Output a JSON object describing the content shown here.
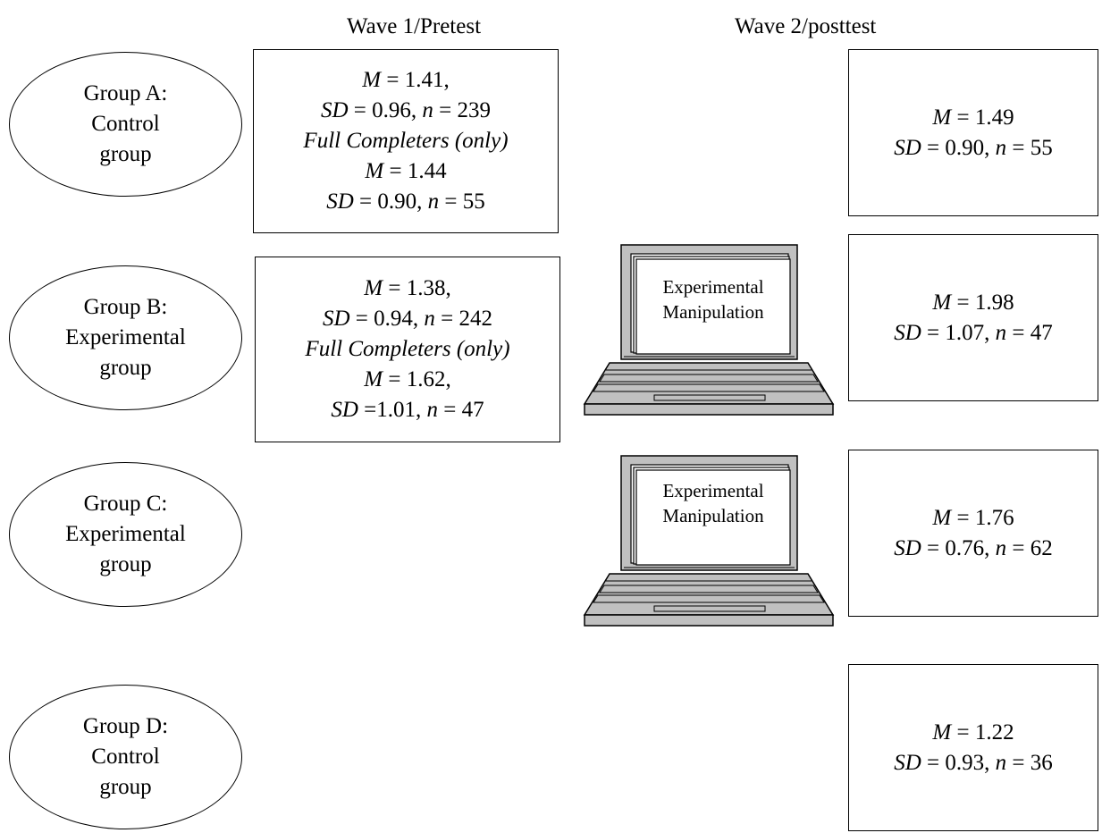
{
  "headers": {
    "wave1": "Wave 1/Pretest",
    "wave2": "Wave 2/posttest"
  },
  "groups": [
    {
      "line1": "Group A:",
      "line2": "Control",
      "line3": "group"
    },
    {
      "line1": "Group B:",
      "line2": "Experimental",
      "line3": "group"
    },
    {
      "line1": "Group C:",
      "line2": "Experimental",
      "line3": "group"
    },
    {
      "line1": "Group D:",
      "line2": "Control",
      "line3": "group"
    }
  ],
  "pretest": [
    {
      "m_label": "M",
      "m_value": " = 1.41,",
      "sd_label": "SD",
      "sd_value": " = 0.96, ",
      "n_label": "n",
      "n_value": " = 239",
      "completers": "Full Completers (only)",
      "m2_label": "M",
      "m2_value": " = 1.44",
      "sd2_label": "SD",
      "sd2_value": " = 0.90, ",
      "n2_label": "n",
      "n2_value": " = 55"
    },
    {
      "m_label": "M",
      "m_value": " = 1.38,",
      "sd_label": "SD",
      "sd_value": " = 0.94, ",
      "n_label": "n",
      "n_value": " = 242",
      "completers": "Full Completers (only)",
      "m2_label": "M",
      "m2_value": " = 1.62,",
      "sd2_label": "SD",
      "sd2_value": " =1.01, ",
      "n2_label": "n",
      "n2_value": " = 47"
    }
  ],
  "posttest": [
    {
      "m_label": "M",
      "m_value": " = 1.49",
      "sd_label": "SD",
      "sd_value": " = 0.90, ",
      "n_label": "n",
      "n_value": " = 55"
    },
    {
      "m_label": "M",
      "m_value": " = 1.98",
      "sd_label": "SD",
      "sd_value": " = 1.07, ",
      "n_label": "n",
      "n_value": " = 47"
    },
    {
      "m_label": "M",
      "m_value": " = 1.76",
      "sd_label": "SD",
      "sd_value": " = 0.76, ",
      "n_label": "n",
      "n_value": " = 62"
    },
    {
      "m_label": "M",
      "m_value": " = 1.22",
      "sd_label": "SD",
      "sd_value": " = 0.93, ",
      "n_label": "n",
      "n_value": " = 36"
    }
  ],
  "manipulations": [
    {
      "line1": "Experimental",
      "line2": "Manipulation"
    },
    {
      "line1": "Experimental",
      "line2": "Manipulation"
    }
  ],
  "colors": {
    "laptop_fill": "#c0c0c0",
    "screen_fill": "#ffffff",
    "stroke": "#000000"
  }
}
